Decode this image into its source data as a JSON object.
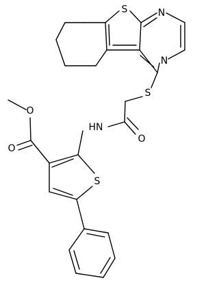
{
  "molecule": {
    "atom_labels": {
      "s_thieno": "S",
      "n_upper": "N",
      "n_lower": "N",
      "s_thioether": "S",
      "nh": "HN",
      "o_amide": "O",
      "o_ester_methoxy": "O",
      "o_ester_carbonyl": "O",
      "s_thiophene": "S"
    },
    "colors": {
      "bond": "#000000",
      "label": "#000000",
      "background": "#ffffff"
    }
  }
}
